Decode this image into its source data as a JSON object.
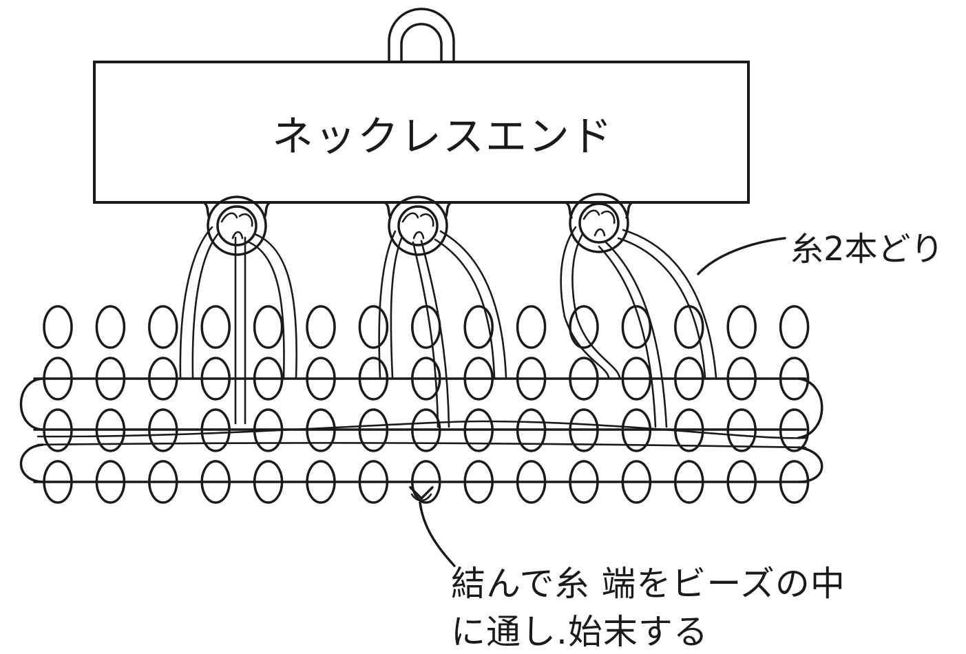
{
  "labels": {
    "plate": "ネックレスエンド",
    "thread": "糸2本どり",
    "finish_line1": "結んで糸 端をビーズの中",
    "finish_line2": "に通し.始末する"
  },
  "beads": {
    "rows": 4,
    "columns": 15
  },
  "colors": {
    "ink": "#1a1a1a",
    "paper": "#ffffff"
  }
}
